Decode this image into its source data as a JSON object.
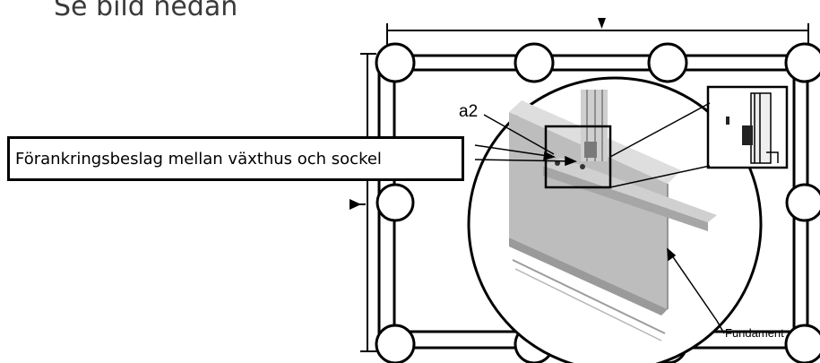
{
  "heading": "Se bild nedan",
  "callout_label": "Förankringsbeslag mellan växthus och sockel",
  "label_a2": "a2",
  "label_foundation": "Fundament"
}
